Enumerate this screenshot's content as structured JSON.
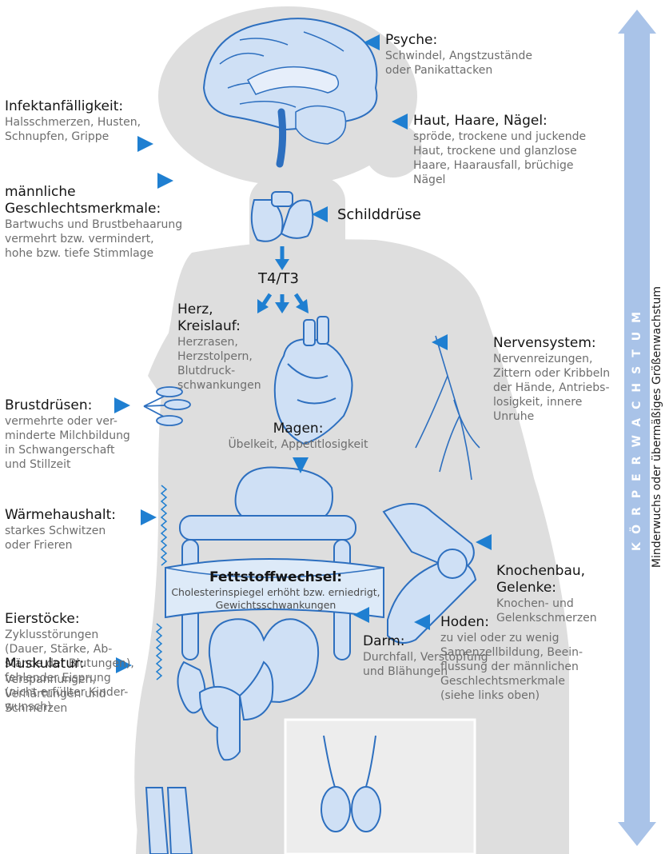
{
  "labels": {
    "psyche": {
      "title": "Psyche:",
      "lines": [
        "Schwindel, Angstzustände",
        "oder Panikattacken"
      ]
    },
    "infekt": {
      "title": "Infektanfälligkeit:",
      "lines": [
        "Halsschmerzen, Husten,",
        "Schnupfen, Grippe"
      ]
    },
    "haut": {
      "title": "Haut, Haare, Nägel:",
      "lines": [
        "spröde, trockene und juckende",
        "Haut, trockene und glanzlose",
        "Haare, Haarausfall, brüchige",
        "Nägel"
      ]
    },
    "maennlich": {
      "title_lines": [
        "männliche",
        "Geschlechtsmerkmale:"
      ],
      "lines": [
        "Bartwuchs und Brustbehaarung",
        "vermehrt bzw. vermindert,",
        "hohe bzw. tiefe Stimmlage"
      ]
    },
    "schilddruese": {
      "title": "Schilddrüse"
    },
    "hormones": {
      "title": "T4/T3"
    },
    "herz": {
      "title_lines": [
        "Herz,",
        "Kreislauf:"
      ],
      "lines": [
        "Herzrasen,",
        "Herzstolpern,",
        "Blutdruck-",
        "schwankungen"
      ]
    },
    "nerven": {
      "title": "Nervensystem:",
      "lines": [
        "Nervenreizungen,",
        "Zittern oder Kribbeln",
        "der Hände, Antriebs-",
        "losigkeit, innere",
        "Unruhe"
      ]
    },
    "brust": {
      "title": "Brustdrüsen:",
      "lines": [
        "vermehrte oder ver-",
        "minderte Milchbildung",
        "in Schwangerschaft",
        "und Stillzeit"
      ]
    },
    "magen": {
      "title": "Magen:",
      "lines": [
        "Übelkeit, Appetitlosigkeit"
      ]
    },
    "waerme": {
      "title": "Wärmehaushalt:",
      "lines": [
        "starkes Schwitzen",
        "oder Frieren"
      ]
    },
    "fett": {
      "title": "Fettstoffwechsel:",
      "lines": [
        "Cholesterinspiegel erhöht bzw. erniedrigt,",
        "Gewichtsschwankungen"
      ]
    },
    "knochen": {
      "title_lines": [
        "Knochenbau,",
        "Gelenke:"
      ],
      "lines": [
        "Knochen- und",
        "Gelenkschmerzen"
      ]
    },
    "eier": {
      "title": "Eierstöcke:",
      "lines": [
        "Zyklusstörungen",
        "(Dauer, Stärke, Ab-",
        "stände der Blutungen),",
        "fehlender Eisprung",
        "(nicht erfüllter Kinder-",
        "wunsch)"
      ]
    },
    "darm": {
      "title": "Darm:",
      "lines": [
        "Durchfall, Verstopfung",
        "und Blähungen"
      ]
    },
    "hoden": {
      "title": "Hoden:",
      "lines": [
        "zu viel oder zu wenig",
        "Samenzellbildung, Beein-",
        "flussung der männlichen",
        "Geschlechtsmerkmale",
        "(siehe links oben)"
      ]
    },
    "muskel": {
      "title": "Muskulatur:",
      "lines": [
        "Verspannungen,",
        "Verhärtungen und",
        "Schmerzen"
      ]
    }
  },
  "growth_axis": {
    "title": "KÖRPERWACHSTUM",
    "caption": "Minderwuchs oder übermäßiges Größenwachstum"
  },
  "colors": {
    "accent": "#1f7fd1",
    "silhouette": "#dedede",
    "organ_fill": "#cfe0f5",
    "organ_stroke": "#2d6fbf",
    "axis_arrow": "#a9c3e8"
  }
}
